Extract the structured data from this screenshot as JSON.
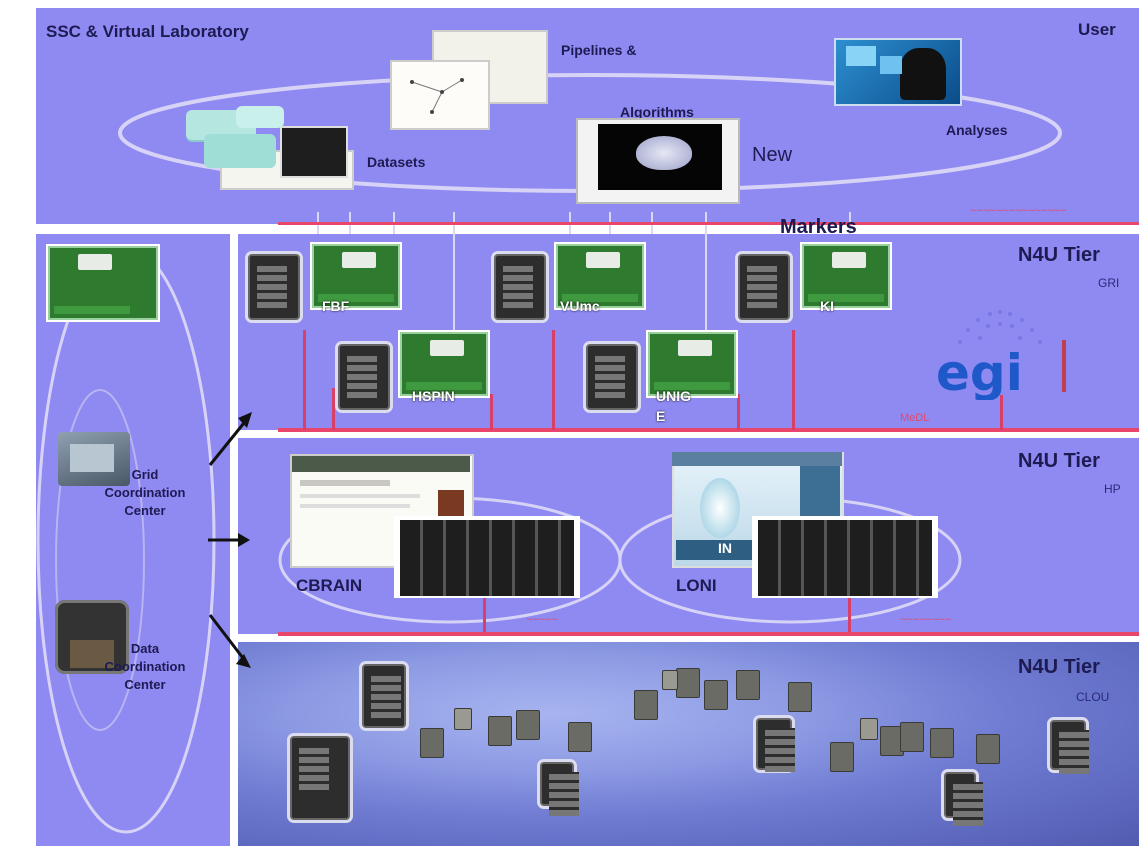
{
  "diagram": {
    "top_panel": {
      "title": "SSC & Virtual Laboratory",
      "user_label": "User",
      "pipelines_label": "Pipelines &",
      "algorithms_label": "Algorithms",
      "datasets_label": "Datasets",
      "new_label": "New",
      "analyses_label": "Analyses",
      "markers_label": "Markers"
    },
    "side_panel": {
      "grid_label": "Grid\nCoordination\nCenter",
      "data_label": "Data\nCoordination\nCenter"
    },
    "tier1": {
      "title": "N4U Tier",
      "subtitle": "GRI",
      "sites": [
        "FBF",
        "VUmc",
        "KI",
        "HSPIN",
        "UNIG"
      ],
      "unig_suffix": "E",
      "network_label": "MeDL",
      "logo_text": "egi"
    },
    "tier2": {
      "title": "N4U Tier",
      "subtitle": "HP",
      "sites": [
        "CBRAIN",
        "LONI"
      ],
      "loni_screen_tag": "IN"
    },
    "tier3": {
      "title": "N4U Tier",
      "subtitle": "CLOU"
    }
  }
}
